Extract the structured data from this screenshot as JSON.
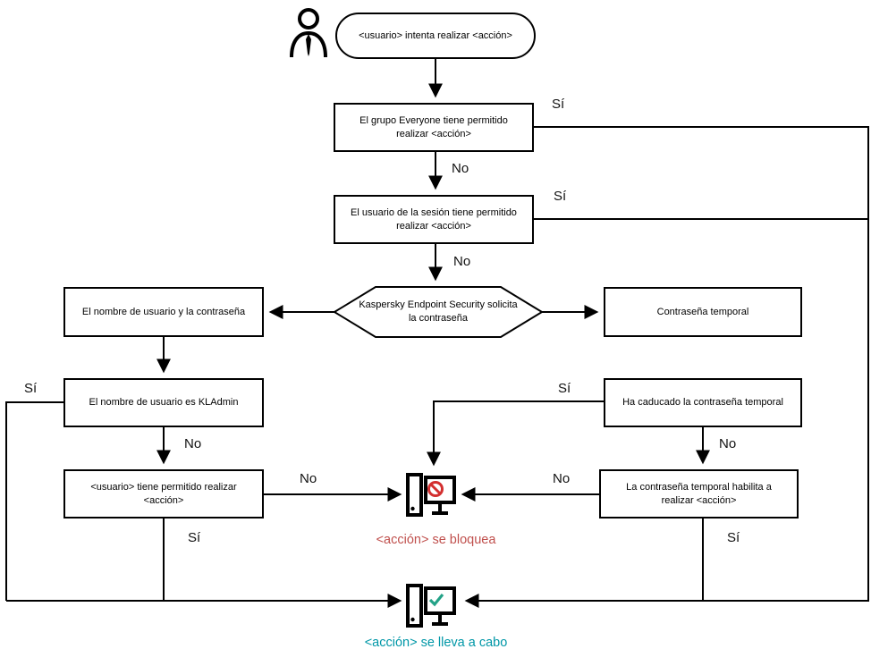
{
  "diagram": {
    "start": {
      "label": "<usuario> intenta realizar <acción>"
    },
    "nodes": {
      "everyone_allowed": "El grupo Everyone tiene permitido realizar <acción>",
      "session_user_allowed": "El usuario de la sesión tiene permitido realizar <acción>",
      "kes_prompts_password": "Kaspersky Endpoint Security solicita la contraseña",
      "username_and_password": "El nombre de usuario y la contraseña",
      "temporary_password": "Contraseña temporal",
      "username_is_kladmin": "El nombre de usuario es KLAdmin",
      "user_allowed_action": "<usuario> tiene permitido realizar <acción>",
      "temp_password_expired": "Ha caducado la contraseña temporal",
      "temp_password_enables": "La contraseña temporal habilita a realizar <acción>"
    },
    "labels": {
      "yes": "Sí",
      "no": "No"
    },
    "outcomes": {
      "blocked": "<acción> se bloquea",
      "performed": "<acción> se lleva a cabo"
    },
    "icons": {
      "actor": "person-icon",
      "blocked": "computer-blocked-icon",
      "performed": "computer-check-icon"
    },
    "colors": {
      "line": "#000000",
      "blocked_text": "#c0504d",
      "performed_text": "#0097a7",
      "prohibition_sign": "#d32f2f",
      "check_sign": "#23a287"
    }
  }
}
